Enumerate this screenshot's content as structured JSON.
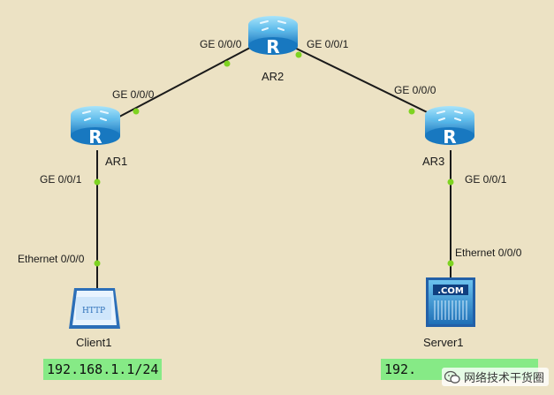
{
  "devices": {
    "ar1": {
      "name": "AR1",
      "type": "router-icon"
    },
    "ar2": {
      "name": "AR2",
      "type": "router-icon"
    },
    "ar3": {
      "name": "AR3",
      "type": "router-icon"
    },
    "client1": {
      "name": "Client1",
      "type": "http-client-icon",
      "icon_text": "HTTP"
    },
    "server1": {
      "name": "Server1",
      "type": "server-icon",
      "icon_text": ".COM"
    }
  },
  "interfaces": {
    "ar2_left": "GE 0/0/0",
    "ar2_right": "GE 0/0/1",
    "ar1_up": "GE 0/0/0",
    "ar1_down": "GE 0/0/1",
    "ar3_up": "GE 0/0/0",
    "ar3_down": "GE 0/0/1",
    "client1_port": "Ethernet 0/0/0",
    "server1_port": "Ethernet 0/0/0"
  },
  "ip_labels": {
    "client1": "192.168.1.1/24",
    "server1_visible": "192."
  },
  "watermark": {
    "text": "网络技术干货圈",
    "icon": "wechat-icon"
  },
  "colors": {
    "background": "#ece2c4",
    "link": "#1a1a1a",
    "port_dot": "#7ed321",
    "router_blue": "#2f9fe0",
    "ip_highlight": "#86ea86"
  }
}
